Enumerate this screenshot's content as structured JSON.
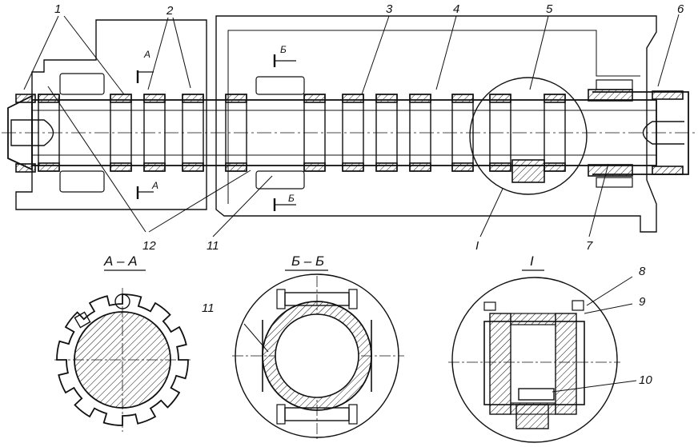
{
  "colors": {
    "ink": "#111111",
    "paper": "#ffffff"
  },
  "part_labels": {
    "p1": "1",
    "p2": "2",
    "p3": "3",
    "p4": "4",
    "p5": "5",
    "p6": "6",
    "p7": "7",
    "p8": "8",
    "p9": "9",
    "p10": "10",
    "p11a": "11",
    "p11b": "11",
    "p12": "12"
  },
  "section_marks": {
    "a_top": "А",
    "a_bottom": "А",
    "b_top": "Б",
    "b_bottom": "Б"
  },
  "detail_mark": "I",
  "section_titles": {
    "aa": "А – А",
    "bb": "Б – Б",
    "detail": "I"
  }
}
